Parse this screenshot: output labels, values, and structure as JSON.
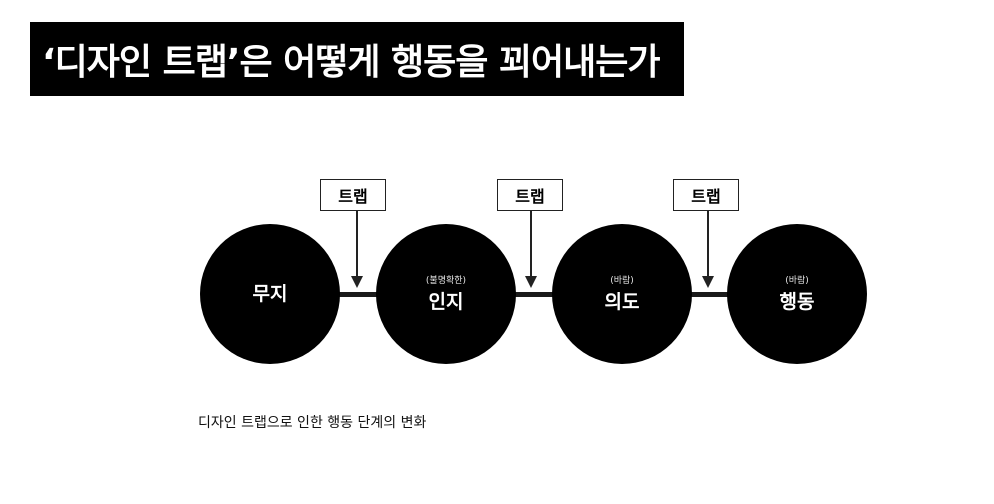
{
  "title": "‘디자인 트랩’은 어떻게 행동을 꾀어내는가",
  "stages": [
    {
      "label": "무지",
      "sub": ""
    },
    {
      "label": "인지",
      "sub": "(불명확한)"
    },
    {
      "label": "의도",
      "sub": "(바람)"
    },
    {
      "label": "행동",
      "sub": "(바람)"
    }
  ],
  "traps": [
    {
      "label": "트랩"
    },
    {
      "label": "트랩"
    },
    {
      "label": "트랩"
    }
  ],
  "caption": "디자인 트랩으로 인한 행동 단계의 변화",
  "colors": {
    "circle": "#000000",
    "title_bg": "#000000",
    "title_text": "#ffffff"
  }
}
